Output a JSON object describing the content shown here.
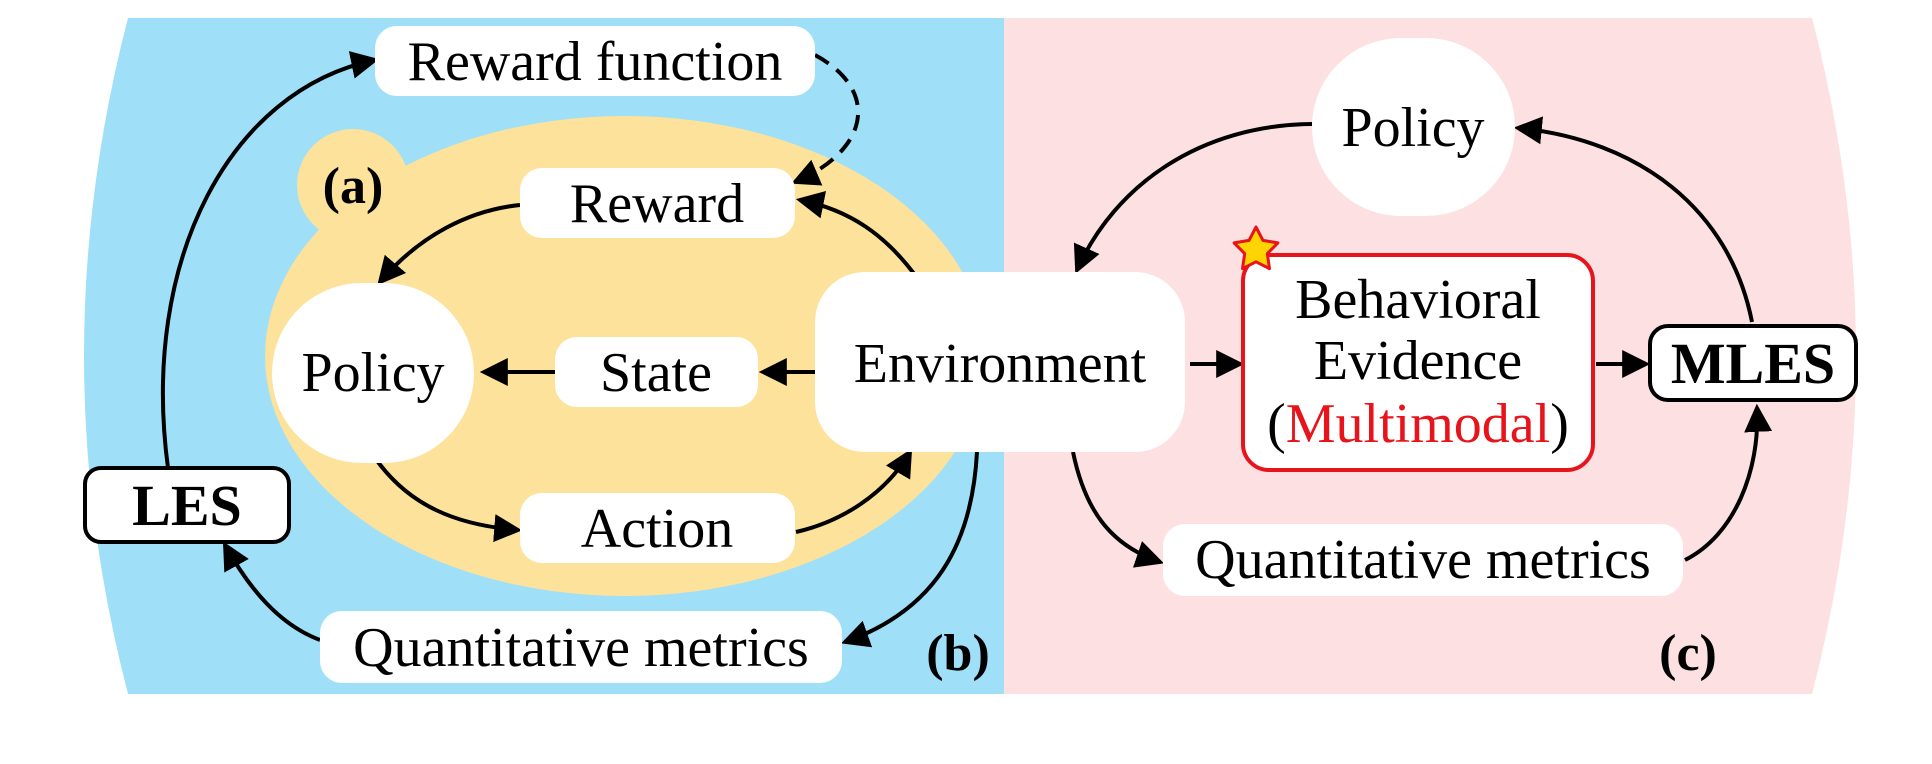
{
  "panels": {
    "a_label": "(a)",
    "b_label": "(b)",
    "c_label": "(c)"
  },
  "left": {
    "reward_function": "Reward function",
    "reward": "Reward",
    "policy": "Policy",
    "state": "State",
    "action": "Action",
    "les": "LES",
    "quantitative_metrics": "Quantitative metrics"
  },
  "center": {
    "environment": "Environment"
  },
  "right": {
    "policy": "Policy",
    "evidence_line1": "Behavioral",
    "evidence_line2": "Evidence",
    "evidence_open_paren": "(",
    "evidence_multimodal": "Multimodal",
    "evidence_close_paren": ")",
    "mles": "MLES",
    "quantitative_metrics": "Quantitative metrics",
    "star_icon": "star-icon"
  },
  "colors": {
    "left_background": "#a0dff8",
    "right_background": "#fde0e1",
    "inner_ellipse": "#fce29b",
    "node_fill": "#ffffff",
    "highlight_red": "#e8141c",
    "star_fill": "#ffd400",
    "star_stroke": "#e8141c",
    "arrow": "#000000"
  }
}
